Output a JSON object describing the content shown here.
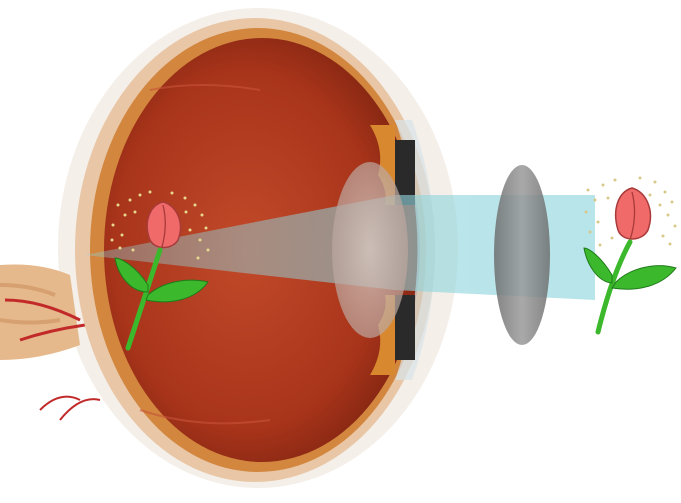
{
  "diagram": {
    "subject": "eye-anatomy-with-corrective-lens",
    "objects": {
      "real_flower": {
        "orientation": "upright",
        "position": "right-of-lens"
      },
      "retinal_image": {
        "orientation": "upright",
        "position": "on-retina"
      },
      "corrective_lens": {
        "type": "convex",
        "color": "#8a8a8a"
      }
    },
    "colors": {
      "eye_interior": "#b03a1f",
      "sclera": "#e8c6a6",
      "light_beam": "#8fd4dc",
      "flower_petal": "#f06a6a",
      "flower_leaf": "#3cb82c",
      "pollen_dots": "#d8c98a",
      "optic_nerve": "#e6b98c",
      "blood_vessel": "#c22a2a"
    }
  }
}
